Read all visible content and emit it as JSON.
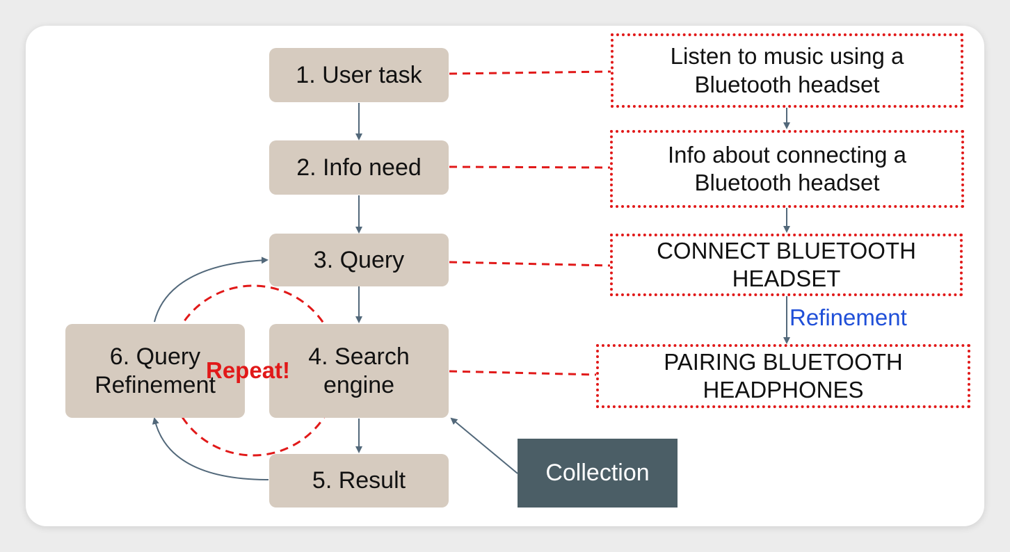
{
  "nodes": {
    "user_task": "1. User task",
    "info_need": "2. Info need",
    "query": "3. Query",
    "search_engine": [
      "4. Search",
      "engine"
    ],
    "result": "5. Result",
    "query_refinement": [
      "6. Query",
      "Refinement"
    ]
  },
  "notes": {
    "user_task": [
      "Listen to music using a",
      "Bluetooth headset"
    ],
    "info_need": [
      "Info about connecting a",
      "Bluetooth headset"
    ],
    "query": [
      "CONNECT BLUETOOTH",
      "HEADSET"
    ],
    "refined_query": [
      "PAIRING BLUETOOTH",
      "HEADPHONES"
    ]
  },
  "labels": {
    "refinement": "Refinement",
    "repeat": "Repeat!",
    "collection": "Collection"
  },
  "colors": {
    "node_fill": "#d6cbbf",
    "dashed_red": "#e11919",
    "arrow": "#52687a",
    "collection_fill": "#4b5e66",
    "refinement_blue": "#1f4fd8"
  }
}
